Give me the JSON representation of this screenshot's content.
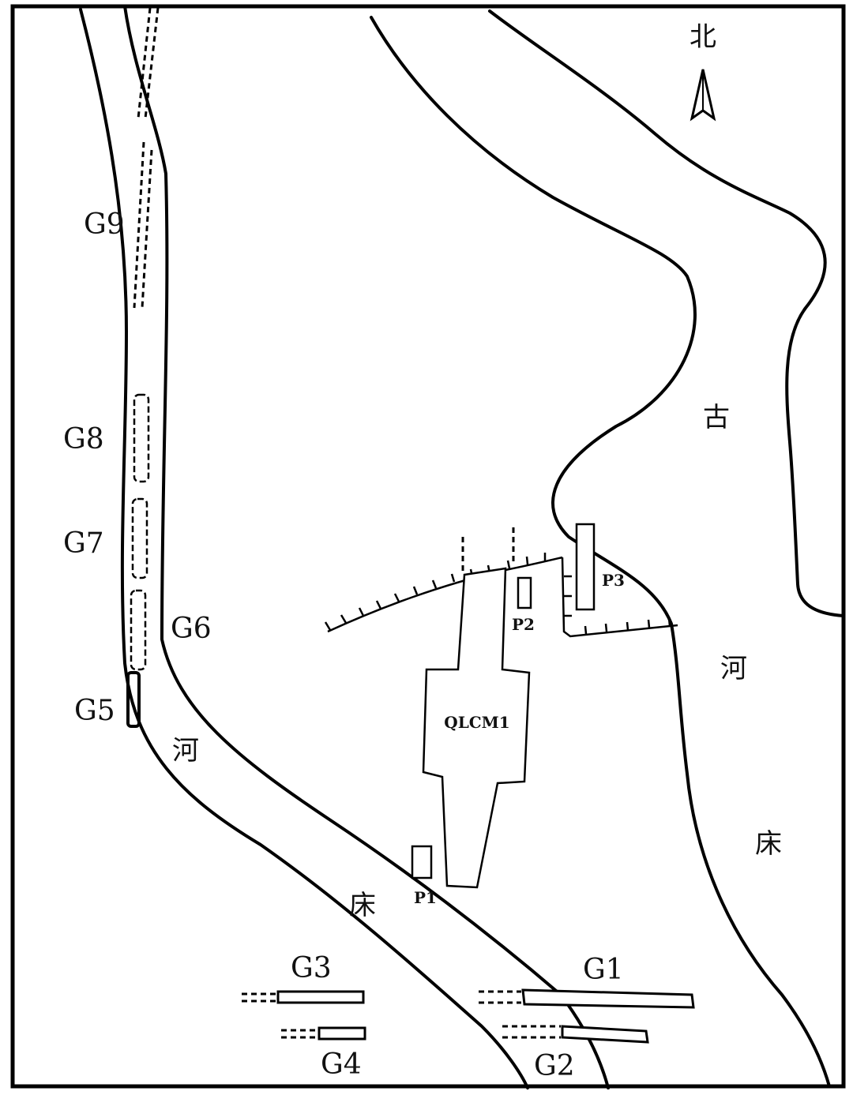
{
  "compass": {
    "label": "北",
    "icon": "north-arrow-icon"
  },
  "ditches": {
    "g1": "G1",
    "g2": "G2",
    "g3": "G3",
    "g4": "G4",
    "g5": "G5",
    "g6": "G6",
    "g7": "G7",
    "g8": "G8",
    "g9": "G9"
  },
  "pits": {
    "p1": "P1",
    "p2": "P2",
    "p3": "P3"
  },
  "structure": {
    "label": "QLCM1"
  },
  "river_labels": {
    "west": [
      "河",
      "床"
    ],
    "east": [
      "古",
      "河",
      "床"
    ]
  }
}
